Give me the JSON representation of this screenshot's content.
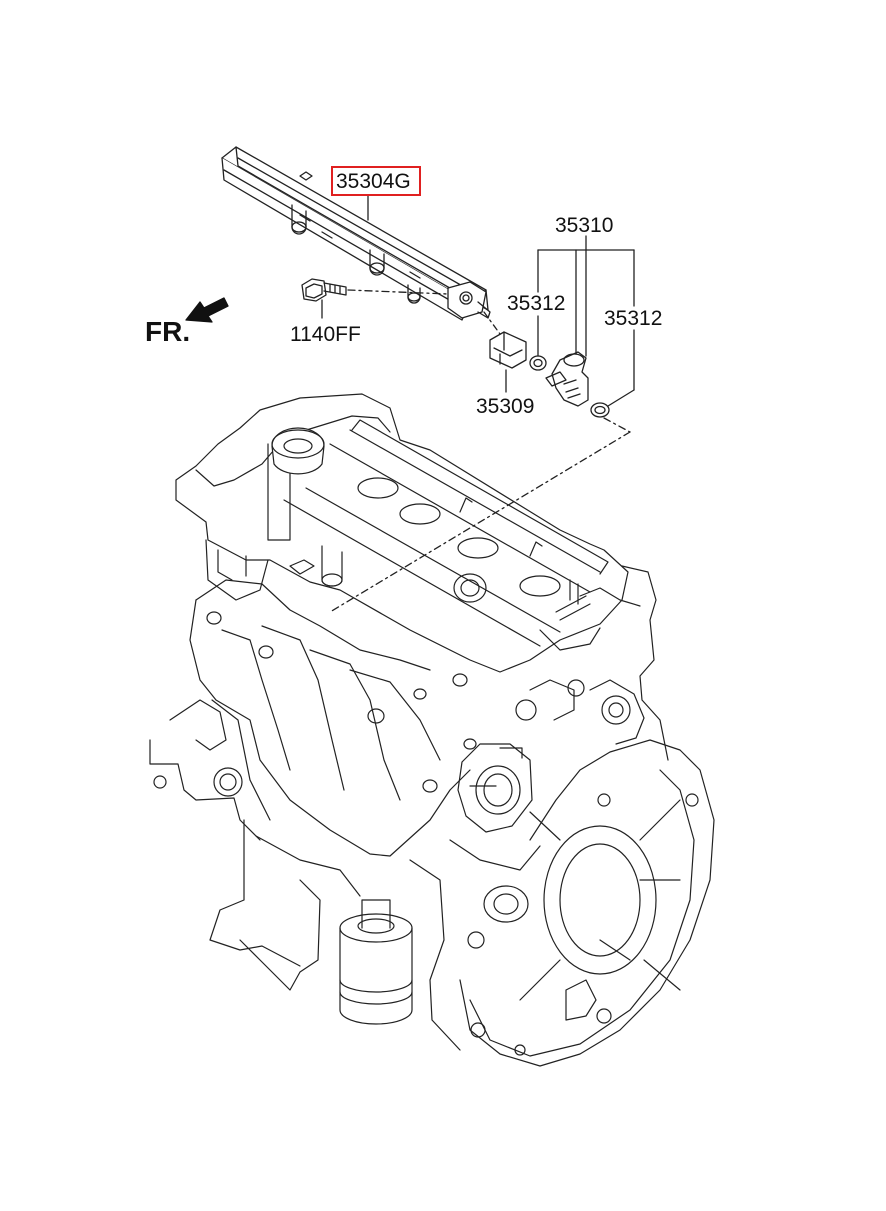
{
  "orientation": {
    "front_label": "FR."
  },
  "parts": {
    "fuel_rail": {
      "number": "35304G",
      "highlighted": true,
      "highlight_color": "#e02020"
    },
    "bolt": {
      "number": "1140FF"
    },
    "injector_assembly": {
      "number": "35310"
    },
    "o_ring_upper": {
      "number": "35312"
    },
    "o_ring_lower": {
      "number": "35312"
    },
    "clip": {
      "number": "35309"
    }
  },
  "icons": {
    "front_arrow": "arrow-down-left-icon"
  }
}
